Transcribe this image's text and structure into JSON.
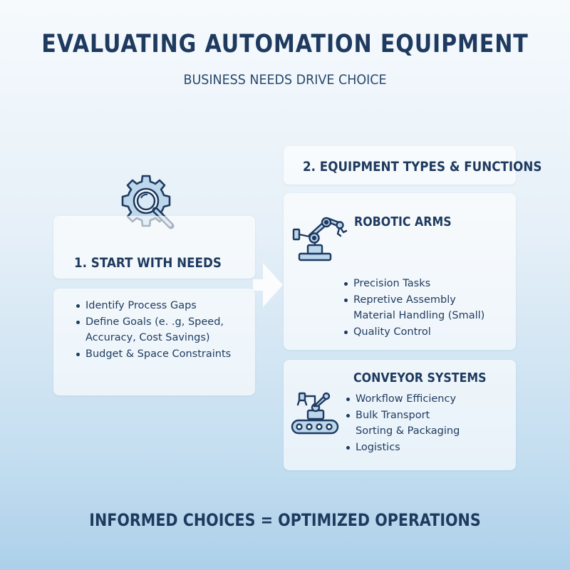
{
  "header": {
    "title": "EVALUATING AUTOMATION EQUIPMENT",
    "subtitle": "BUSINESS NEEDS DRIVE CHOICE"
  },
  "needs": {
    "heading": "1. START WITH NEEDS",
    "icon": "gear-magnifier-icon",
    "items": [
      "Identify Process Gaps",
      "Define Goals (e. .g, Speed,",
      "Accuracy, Cost Savings)",
      "Budget & Space Constraints"
    ]
  },
  "equipment": {
    "heading": "2. EQUIPMENT TYPES & FUNCTIONS",
    "robotic_arms": {
      "heading": "ROBOTIC ARMS",
      "icon": "robotic-arm-icon",
      "items": [
        "Precision Tasks",
        "Repretive Assembly",
        "Material Handling (Small)",
        "Quality Control"
      ]
    },
    "conveyor": {
      "heading": "CONVEYOR SYSTEMS",
      "icon": "conveyor-robot-icon",
      "items": [
        "Workflow Efficiency",
        "Bulk Transport",
        "Sorting & Packaging",
        "Logistics"
      ]
    }
  },
  "footer": {
    "text": "INFORMED CHOICES = OPTIMIZED OPERATIONS"
  },
  "colors": {
    "text": "#1e3a5f",
    "icon_fill": "#bcd6ec",
    "bg_top": "#f6fafd",
    "bg_bottom": "#acd0ea"
  }
}
